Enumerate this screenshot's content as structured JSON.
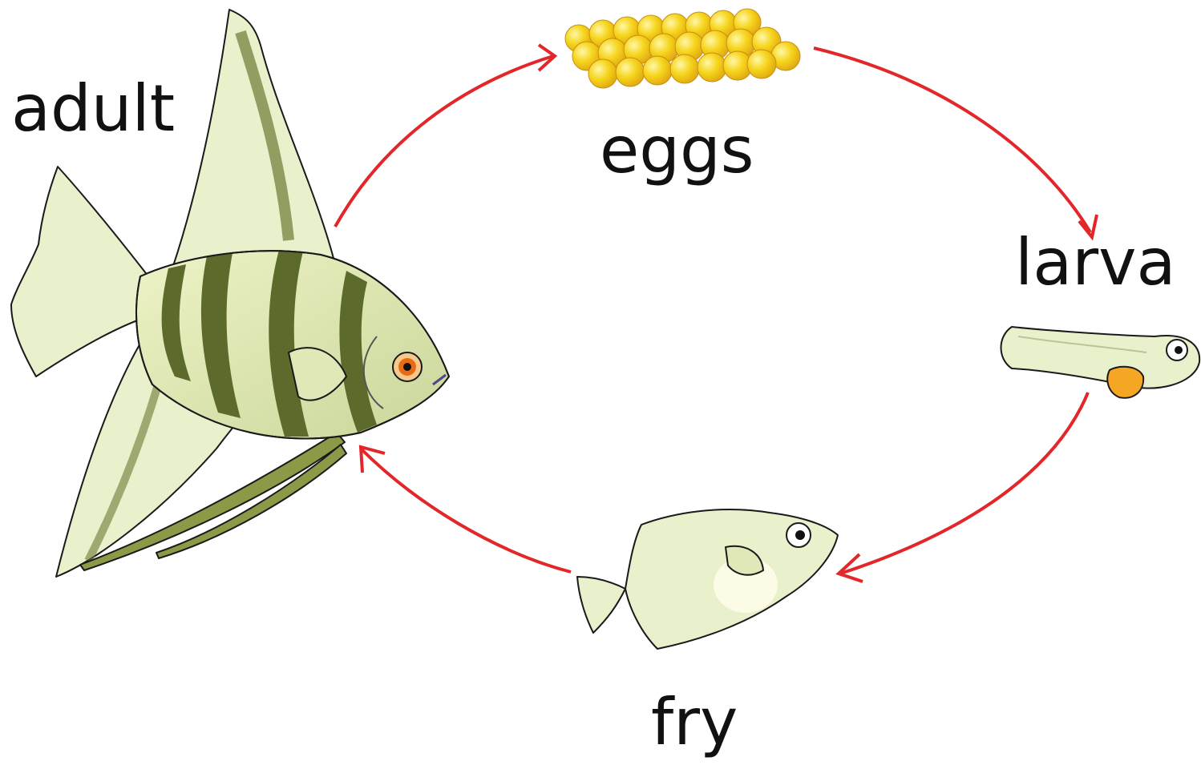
{
  "diagram": {
    "stages": {
      "adult": "adult",
      "eggs": "eggs",
      "larva": "larva",
      "fry": "fry"
    },
    "cycle_order": [
      "adult",
      "eggs",
      "larva",
      "fry"
    ],
    "colors": {
      "arrow": "#e3262a",
      "fin": "#e8f0cc",
      "stripe": "#5c6b2c",
      "egg": "#f3d21a",
      "outline": "#1a1a1a"
    }
  }
}
